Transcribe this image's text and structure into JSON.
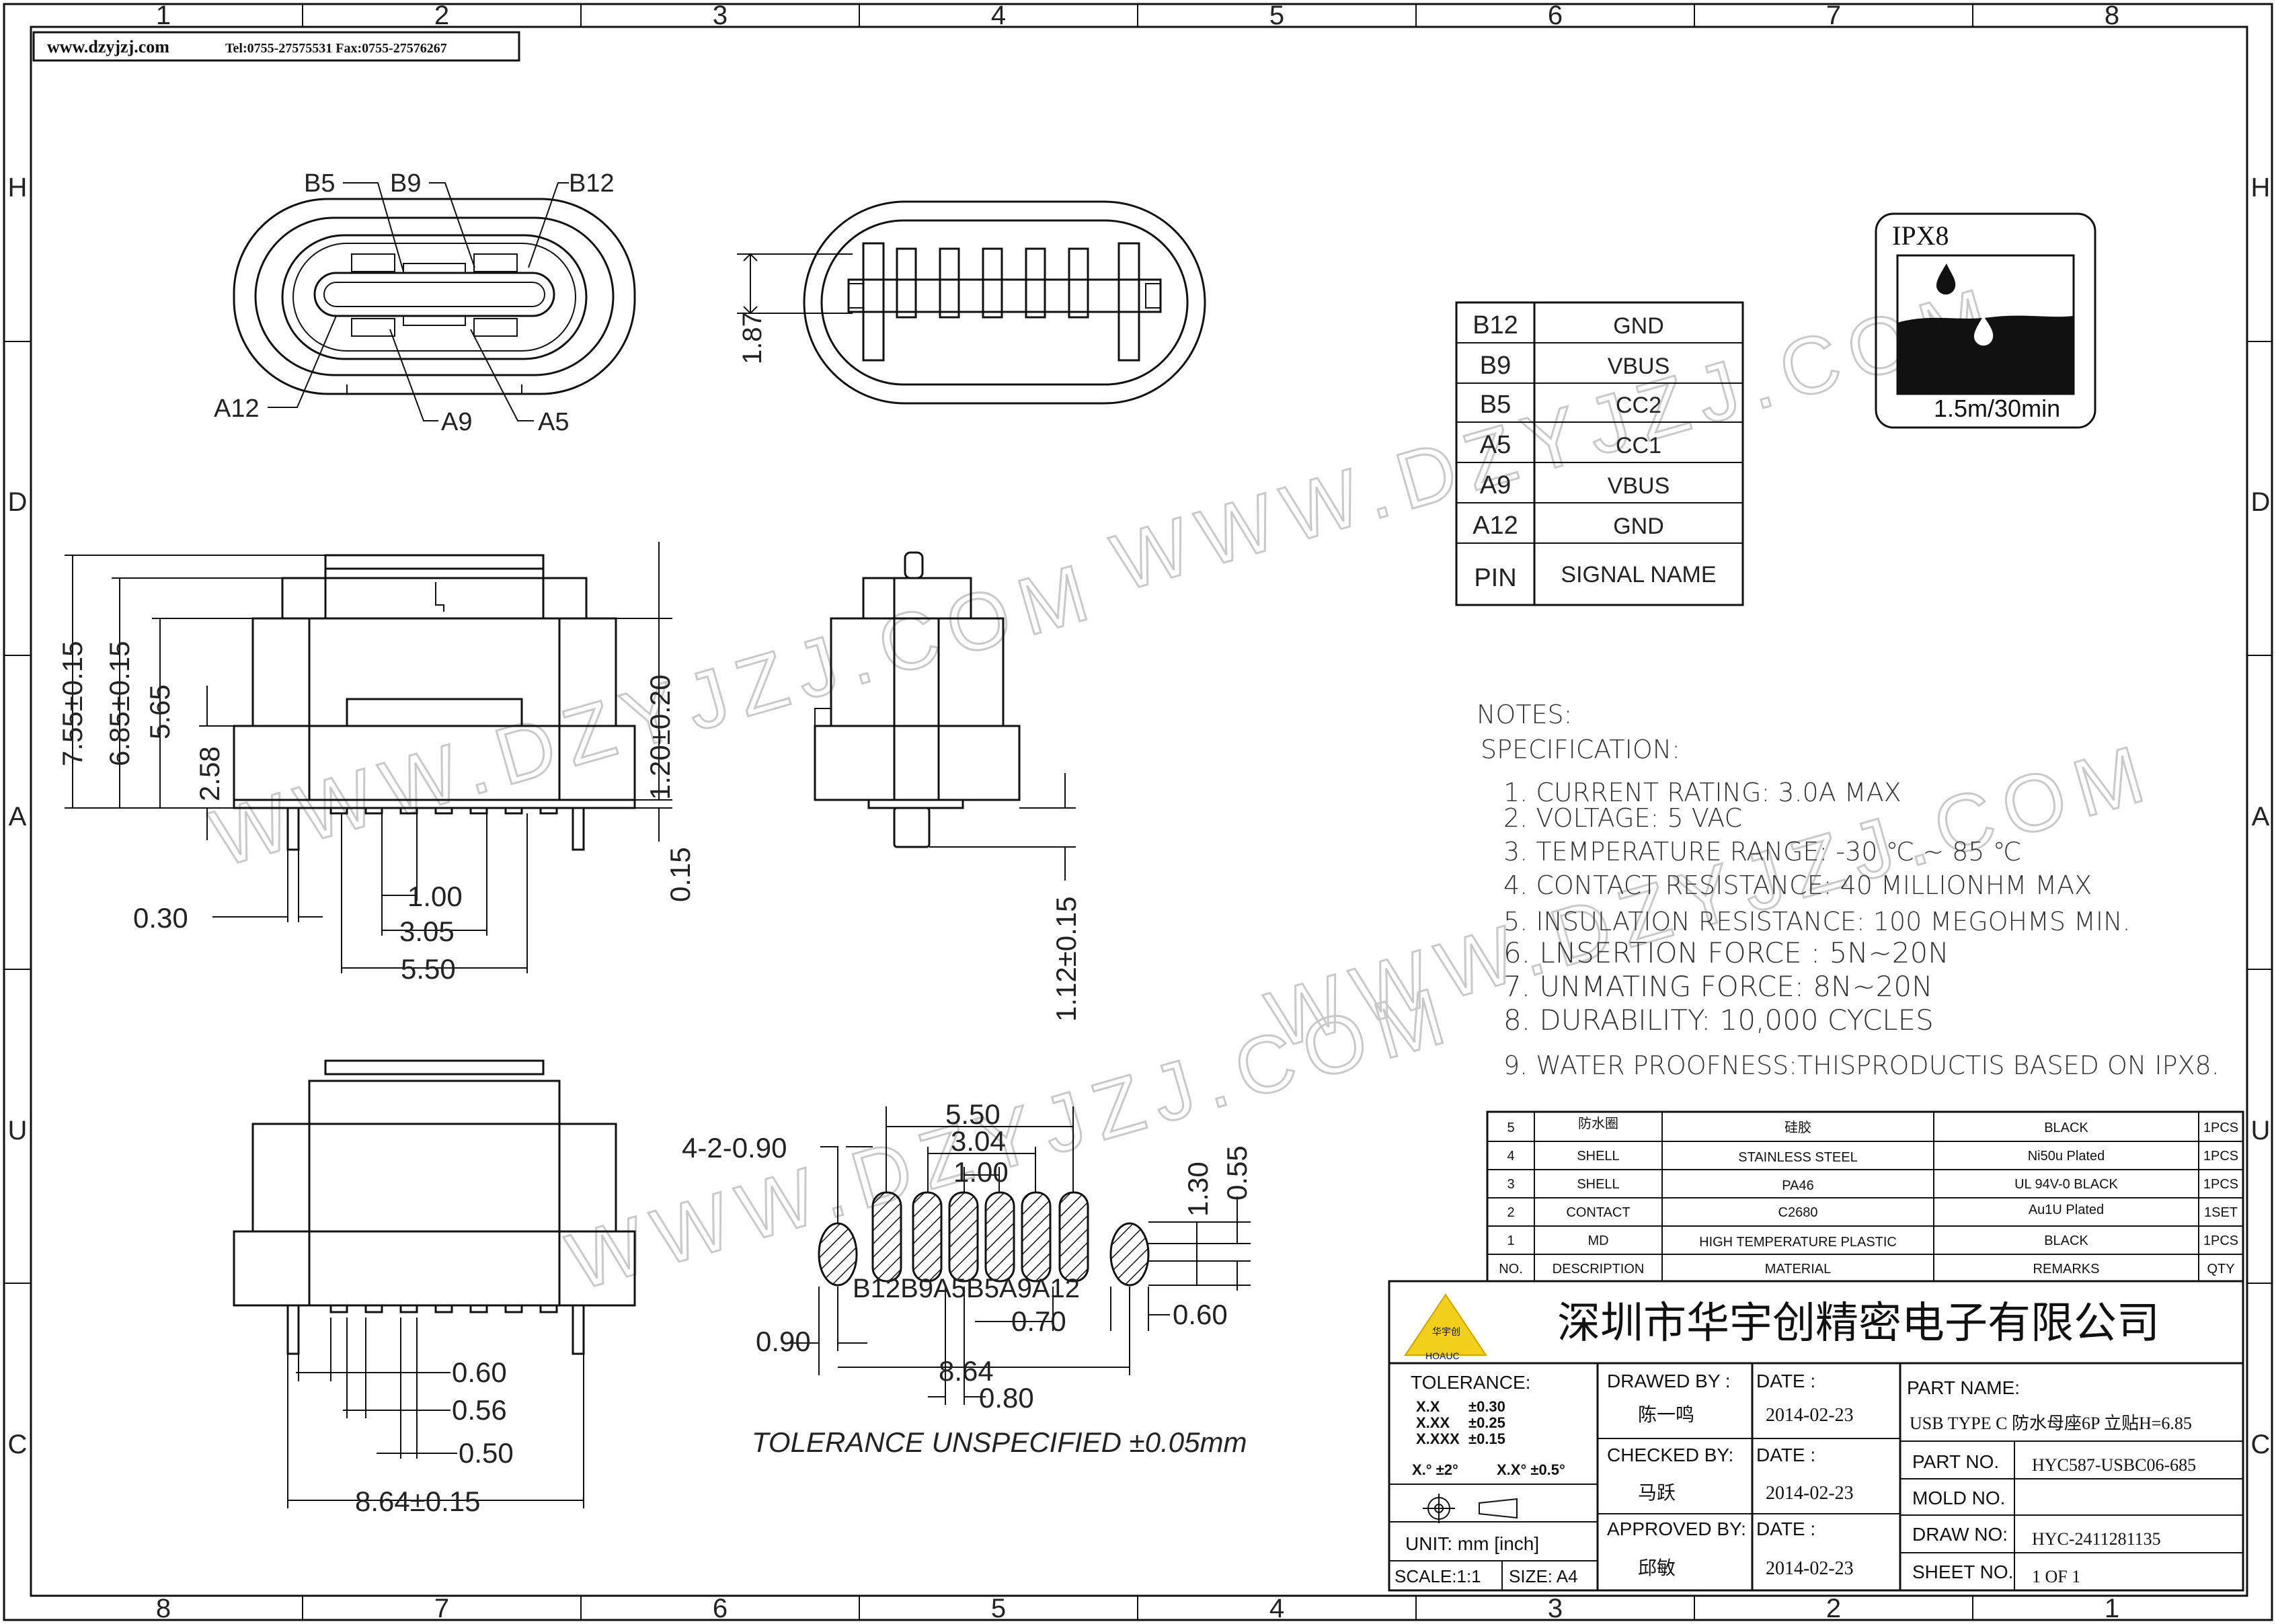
{
  "header": {
    "website": "www.dzyjzj.com",
    "contact": "Tel:0755-27575531  Fax:0755-27576267"
  },
  "border": {
    "top_numbers": [
      "1",
      "2",
      "3",
      "4",
      "5",
      "6",
      "7",
      "8"
    ],
    "bottom_numbers": [
      "8",
      "7",
      "6",
      "5",
      "4",
      "3",
      "2",
      "1"
    ],
    "side_letters": [
      "H",
      "D",
      "A",
      "U",
      "C"
    ]
  },
  "watermark": "WWW.DZYJZJ.COM",
  "top_view": {
    "pin_labels": [
      "B5",
      "B9",
      "B12",
      "A12",
      "A9",
      "A5"
    ]
  },
  "side_view_top": {
    "dim": "1.87"
  },
  "front_view": {
    "dims": [
      "7.55±0.15",
      "6.85±0.15",
      "5.65",
      "2.58",
      "1.20±0.20",
      "0.15",
      "0.30",
      "1.00",
      "3.05",
      "5.50"
    ]
  },
  "side_view": {
    "dims": [
      "1.12±0.15"
    ]
  },
  "bottom_view": {
    "dims": [
      "0.60",
      "0.56",
      "0.50",
      "8.64±0.15"
    ]
  },
  "footprint": {
    "dims": [
      "4-2-0.90",
      "5.50",
      "3.04",
      "1.00",
      "1.30",
      "0.55",
      "0.90",
      "0.70",
      "0.60",
      "8.64",
      "0.80"
    ],
    "pin_row": "B12B9A5B5A9A12",
    "tolerance": "TOLERANCE  UNSPECIFIED  ±0.05mm"
  },
  "pin_table": {
    "rows": [
      {
        "pin": "B12",
        "signal": "GND"
      },
      {
        "pin": "B9",
        "signal": "VBUS"
      },
      {
        "pin": "B5",
        "signal": "CC2"
      },
      {
        "pin": "A5",
        "signal": "CC1"
      },
      {
        "pin": "A9",
        "signal": "VBUS"
      },
      {
        "pin": "A12",
        "signal": "GND"
      }
    ],
    "header_pin": "PIN",
    "header_signal": "SIGNAL  NAME"
  },
  "ipx8": {
    "title": "IPX8",
    "caption": "1.5m/30min"
  },
  "notes": {
    "title": "NOTES:",
    "subtitle": "SPECIFICATION:",
    "items": [
      "1. CURRENT RATING: 3.0A MAX",
      "2. VOLTAGE: 5 VAC",
      "3. TEMPERATURE RANGE: -30 ℃ ~ 85 ℃",
      "4. CONTACT RESISTANCE: 40 MILLIONHM MAX",
      "5. INSULATION RESISTANCE: 100 MEGOHMS MIN.",
      "6. LNSERTION FORCE : 5N~20N",
      "7. UNMATING FORCE: 8N~20N",
      "8. DURABILITY:  10,000 CYCLES",
      "9. WATER PROOFNESS:THISPRODUCTIS BASED ON IPX8."
    ]
  },
  "bom": {
    "rows": [
      {
        "no": "5",
        "desc": "防水圈",
        "material": "硅胶",
        "remarks": "BLACK",
        "qty": "1PCS"
      },
      {
        "no": "4",
        "desc": "SHELL",
        "material": "STAINLESS STEEL",
        "remarks": "Ni50u Plated",
        "qty": "1PCS"
      },
      {
        "no": "3",
        "desc": "SHELL",
        "material": "PA46",
        "remarks": "UL 94V-0 BLACK",
        "qty": "1PCS"
      },
      {
        "no": "2",
        "desc": "CONTACT",
        "material": "C2680",
        "remarks": "Au1U Plated",
        "qty": "1SET"
      },
      {
        "no": "1",
        "desc": "MD",
        "material": "HIGH TEMPERATURE PLASTIC",
        "remarks": "BLACK",
        "qty": "1PCS"
      }
    ],
    "headers": {
      "no": "NO.",
      "desc": "DESCRIPTION",
      "material": "MATERIAL",
      "remarks": "REMARKS",
      "qty": "QTY"
    }
  },
  "title_block": {
    "company": "深圳市华宇创精密电子有限公司",
    "logo_text": "HOAUC",
    "logo_cn": "华宇创",
    "tolerance_title": "TOLERANCE:",
    "tol_rows": [
      {
        "k": "X.X",
        "v": "±0.30"
      },
      {
        "k": "X.XX",
        "v": "±0.25"
      },
      {
        "k": "X.XXX",
        "v": "±0.15"
      }
    ],
    "tol_angle1": "X.° ±2°",
    "tol_angle2": "X.X° ±0.5°",
    "unit": "UNIT:  mm  [inch]",
    "scale": "SCALE:1:1",
    "size": "SIZE:  A4",
    "drawn_by_label": "DRAWED BY :",
    "drawn_by": "陈一鸣",
    "checked_by_label": "CHECKED BY:",
    "checked_by": "马跃",
    "approved_by_label": "APPROVED BY:",
    "approved_by": "邱敏",
    "date_label": "DATE :",
    "dates": [
      "2014-02-23",
      "2014-02-23",
      "2014-02-23"
    ],
    "part_name_label": "PART NAME:",
    "part_name": "USB TYPE C 防水母座6P 立贴H=6.85",
    "part_no_label": "PART NO.",
    "part_no": "HYC587-USBC06-685",
    "mold_no_label": "MOLD NO.",
    "mold_no": "",
    "draw_no_label": "DRAW NO:",
    "draw_no": "HYC-2411281135",
    "sheet_no_label": "SHEET NO.",
    "sheet_no": "1 OF 1"
  }
}
